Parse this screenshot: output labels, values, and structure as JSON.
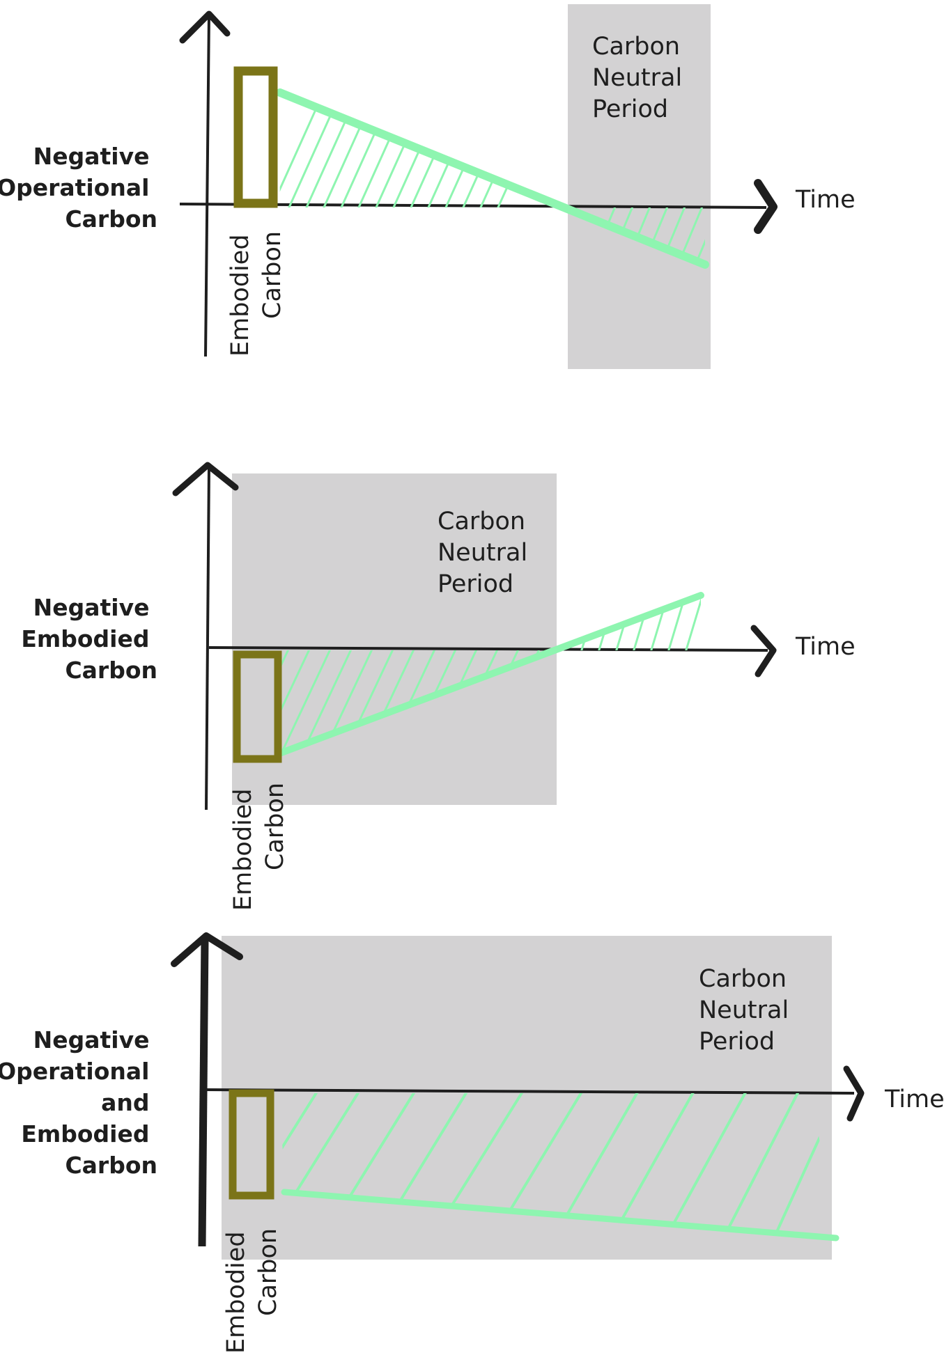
{
  "colors": {
    "background": "#ffffff",
    "axis": "#1e1e1e",
    "neutral_period": "#d3d2d3",
    "operational": "#8ef5b0",
    "embodied": "#7b7418",
    "text": "#1e1e1e"
  },
  "icons": {
    "axis_arrow": "arrow-head-icon"
  },
  "panels": [
    {
      "id": "negative-operational",
      "title_lines": [
        "Negative",
        "Operational",
        "Carbon"
      ],
      "time_label": "Time",
      "neutral_label_lines": [
        "Carbon",
        "Neutral",
        "Period"
      ],
      "embodied_label_lines": [
        "Embodied",
        "Carbon"
      ]
    },
    {
      "id": "negative-embodied",
      "title_lines": [
        "Negative",
        "Embodied",
        "Carbon"
      ],
      "time_label": "Time",
      "neutral_label_lines": [
        "Carbon",
        "Neutral",
        "Period"
      ],
      "embodied_label_lines": [
        "Embodied",
        "Carbon"
      ]
    },
    {
      "id": "negative-operational-embodied",
      "title_lines": [
        "Negative",
        "Operational",
        "and",
        "Embodied",
        "Carbon"
      ],
      "time_label": "Time",
      "neutral_label_lines": [
        "Carbon",
        "Neutral",
        "Period"
      ],
      "embodied_label_lines": [
        "Embodied",
        "Carbon"
      ]
    }
  ]
}
